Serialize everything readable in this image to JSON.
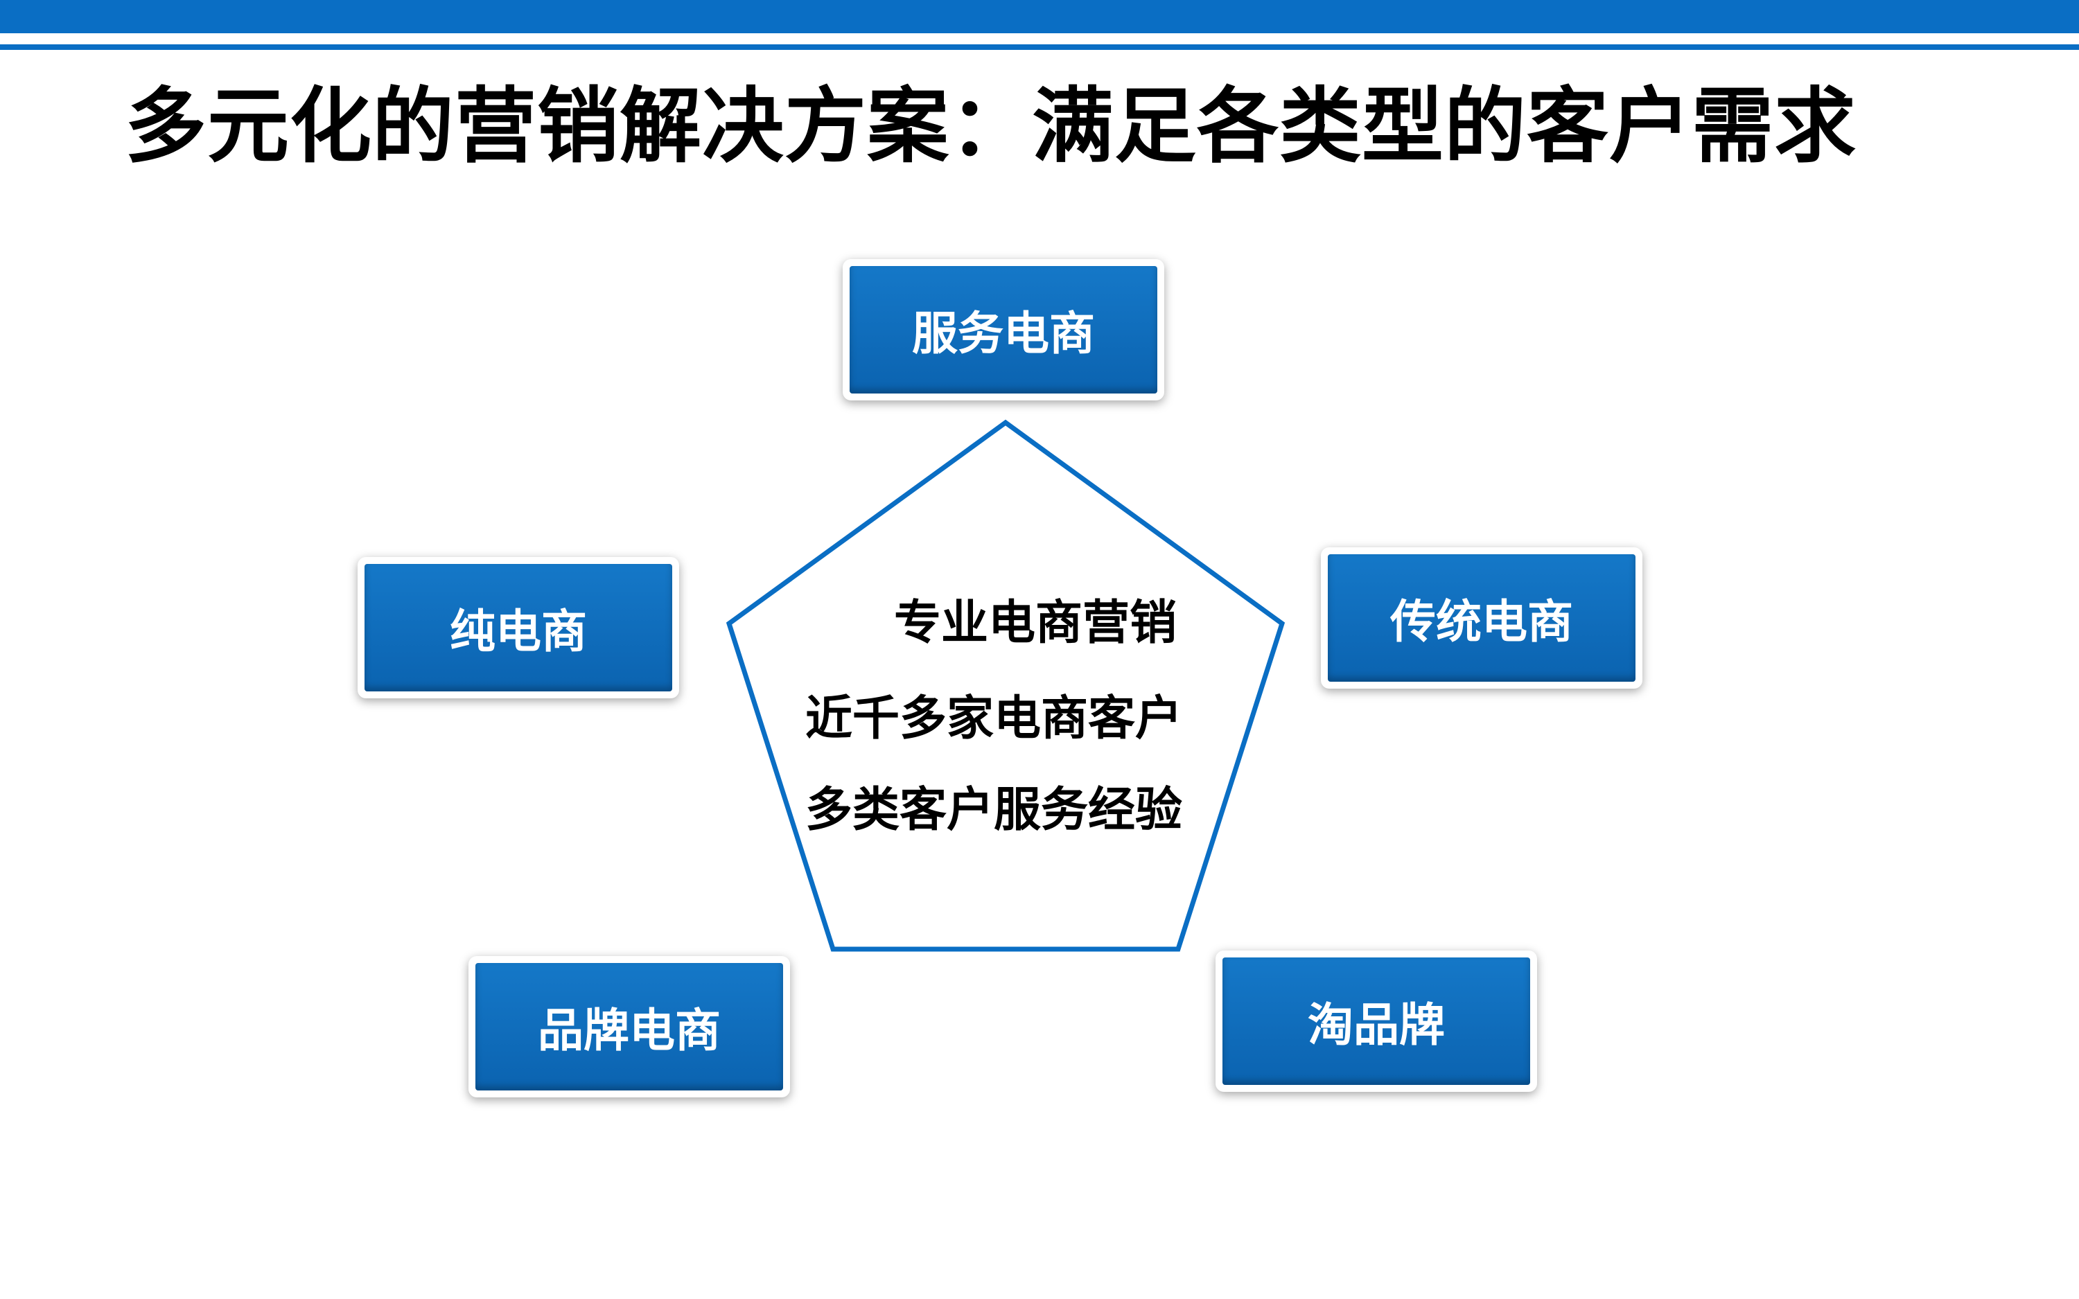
{
  "title": "多元化的营销解决方案：满足各类型的客户需求",
  "colors": {
    "accent": "#0a6ec4",
    "box_fill": "#0b63b0",
    "pentagon_stroke": "#0a6ec4"
  },
  "center": {
    "lines": [
      "专业电商营销",
      "近千多家电商客户",
      "多类客户服务经验"
    ]
  },
  "nodes": [
    {
      "label": "服务电商"
    },
    {
      "label": "传统电商"
    },
    {
      "label": "淘品牌"
    },
    {
      "label": "品牌电商"
    },
    {
      "label": "纯电商"
    }
  ]
}
